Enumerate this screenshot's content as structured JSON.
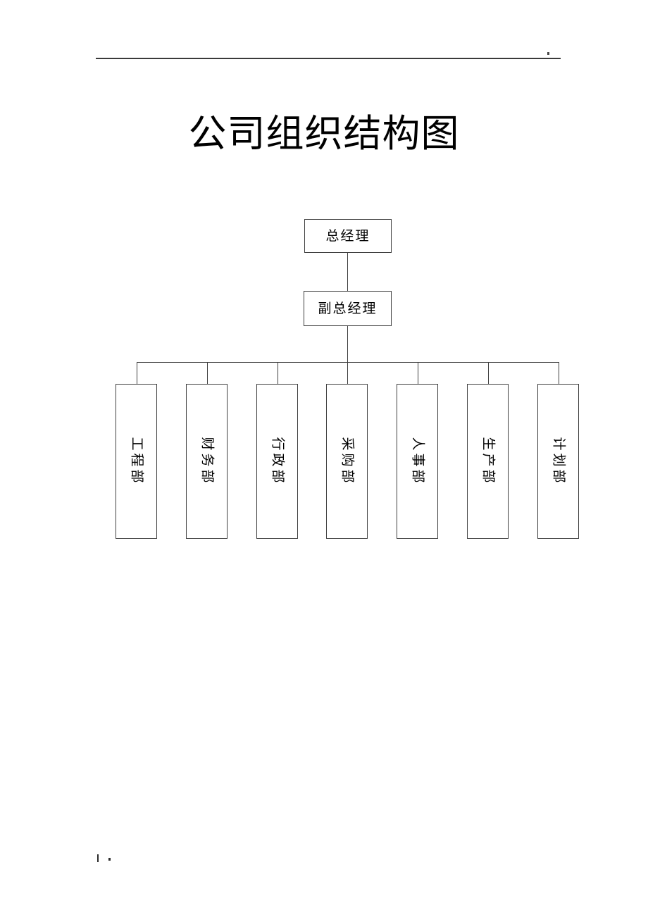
{
  "document": {
    "title": "公司组织结构图",
    "page_background": "#ffffff",
    "line_color": "#3f3f3f",
    "header_rule_color": "#3a3a3a",
    "text_color": "#000000"
  },
  "header": {
    "rule_present": true,
    "mark": ""
  },
  "footer": {
    "mark_a": "",
    "mark_b": ""
  },
  "chart_data": {
    "type": "diagram",
    "diagram_kind": "organization-chart",
    "title": "公司组织结构图",
    "orientation": "top-down",
    "levels": [
      {
        "level": 1,
        "nodes": [
          {
            "id": "gm",
            "label": "总经理",
            "text_orientation": "horizontal"
          }
        ]
      },
      {
        "level": 2,
        "nodes": [
          {
            "id": "dgm",
            "label": "副总经理",
            "text_orientation": "horizontal"
          }
        ]
      },
      {
        "level": 3,
        "nodes": [
          {
            "id": "dept1",
            "label": "工程部",
            "text_orientation": "vertical-rotated"
          },
          {
            "id": "dept2",
            "label": "财务部",
            "text_orientation": "vertical-rotated"
          },
          {
            "id": "dept3",
            "label": "行政部",
            "text_orientation": "vertical-rotated"
          },
          {
            "id": "dept4",
            "label": "采购部",
            "text_orientation": "vertical-rotated"
          },
          {
            "id": "dept5",
            "label": "人事部",
            "text_orientation": "vertical-rotated"
          },
          {
            "id": "dept6",
            "label": "生产部",
            "text_orientation": "vertical-rotated"
          },
          {
            "id": "dept7",
            "label": "计划部",
            "text_orientation": "vertical-rotated"
          }
        ]
      }
    ],
    "edges": [
      {
        "from": "gm",
        "to": "dgm"
      },
      {
        "from": "dgm",
        "to": "dept1"
      },
      {
        "from": "dgm",
        "to": "dept2"
      },
      {
        "from": "dgm",
        "to": "dept3"
      },
      {
        "from": "dgm",
        "to": "dept4"
      },
      {
        "from": "dgm",
        "to": "dept5"
      },
      {
        "from": "dgm",
        "to": "dept6"
      },
      {
        "from": "dgm",
        "to": "dept7"
      }
    ]
  }
}
